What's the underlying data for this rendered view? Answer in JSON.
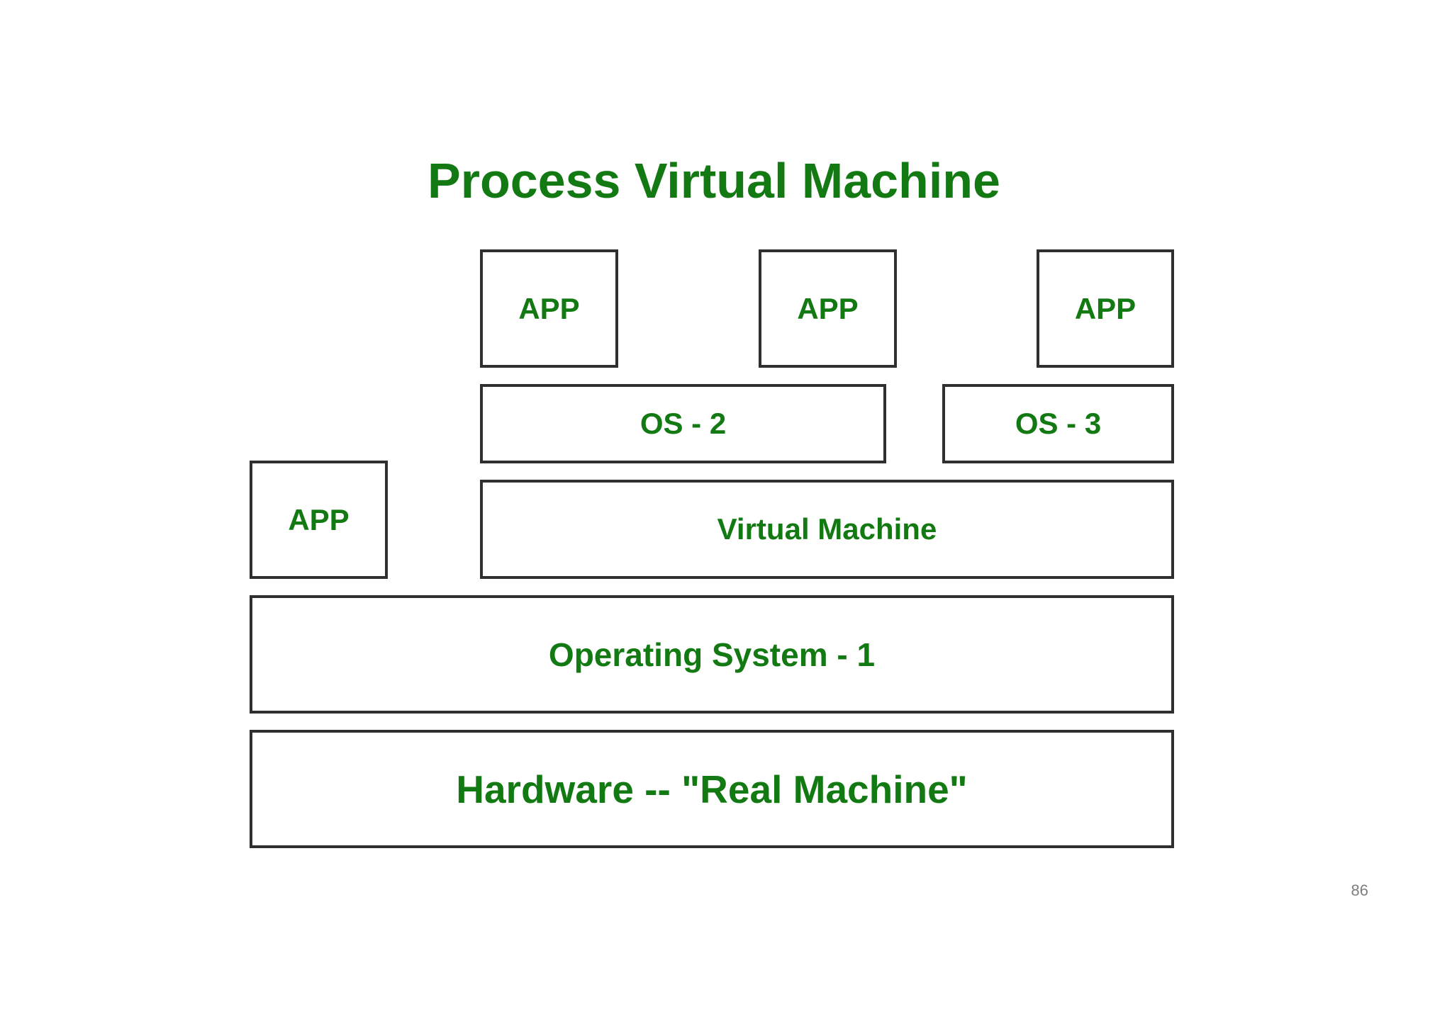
{
  "title": "Process Virtual Machine",
  "colors": {
    "text_green": "#137a13",
    "border": "#2f2f2f",
    "background": "#ffffff",
    "page_number": "#7f7f7f"
  },
  "layers": {
    "top_apps": [
      "APP",
      "APP",
      "APP"
    ],
    "guest_os": [
      "OS - 2",
      "OS - 3"
    ],
    "host_app": "APP",
    "virtual_machine": "Virtual Machine",
    "host_os": "Operating System - 1",
    "hardware": "Hardware -- \"Real Machine\""
  },
  "page_number": "86"
}
